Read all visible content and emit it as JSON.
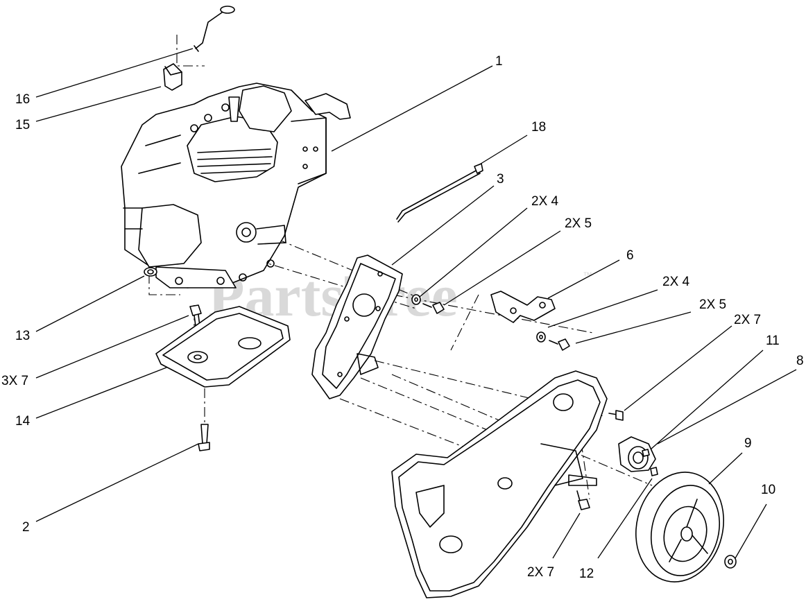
{
  "watermark": {
    "text": "PartsTree",
    "trademark": "™"
  },
  "callouts": [
    {
      "id": "c1",
      "text": "1"
    },
    {
      "id": "c18",
      "text": "18"
    },
    {
      "id": "c3",
      "text": "3"
    },
    {
      "id": "c2x4a",
      "text": "2X 4"
    },
    {
      "id": "c2x5a",
      "text": "2X 5"
    },
    {
      "id": "c6",
      "text": "6"
    },
    {
      "id": "c2x4b",
      "text": "2X 4"
    },
    {
      "id": "c2x5b",
      "text": "2X 5"
    },
    {
      "id": "c2x7a",
      "text": "2X 7"
    },
    {
      "id": "c11",
      "text": "11"
    },
    {
      "id": "c8",
      "text": "8"
    },
    {
      "id": "c9",
      "text": "9"
    },
    {
      "id": "c10",
      "text": "10"
    },
    {
      "id": "c12",
      "text": "12"
    },
    {
      "id": "c2x7b",
      "text": "2X 7"
    },
    {
      "id": "c16",
      "text": "16"
    },
    {
      "id": "c15",
      "text": "15"
    },
    {
      "id": "c13",
      "text": "13"
    },
    {
      "id": "c3x7",
      "text": "3X 7"
    },
    {
      "id": "c14",
      "text": "14"
    },
    {
      "id": "c2",
      "text": "2"
    }
  ]
}
